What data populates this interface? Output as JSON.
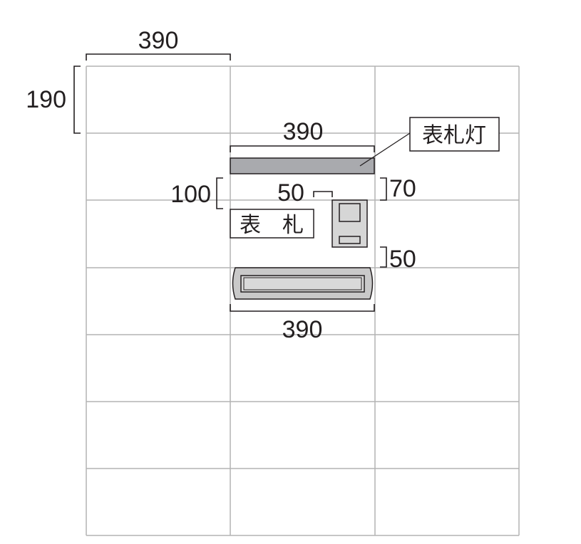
{
  "dimensions": {
    "top_width": "390",
    "top_height": "190",
    "lamp_width": "390",
    "vertical_gap": "100",
    "intercom_offset": "50",
    "lamp_gap": "70",
    "mail_gap": "50",
    "mail_width": "390"
  },
  "labels": {
    "nameplate_light": "表札灯",
    "nameplate": "表　札"
  },
  "colors": {
    "lamp": "#a9aaae",
    "intercom": "#d6d6d6",
    "mailbox": "#c9c9c9",
    "grid": "#b4b4b4"
  }
}
